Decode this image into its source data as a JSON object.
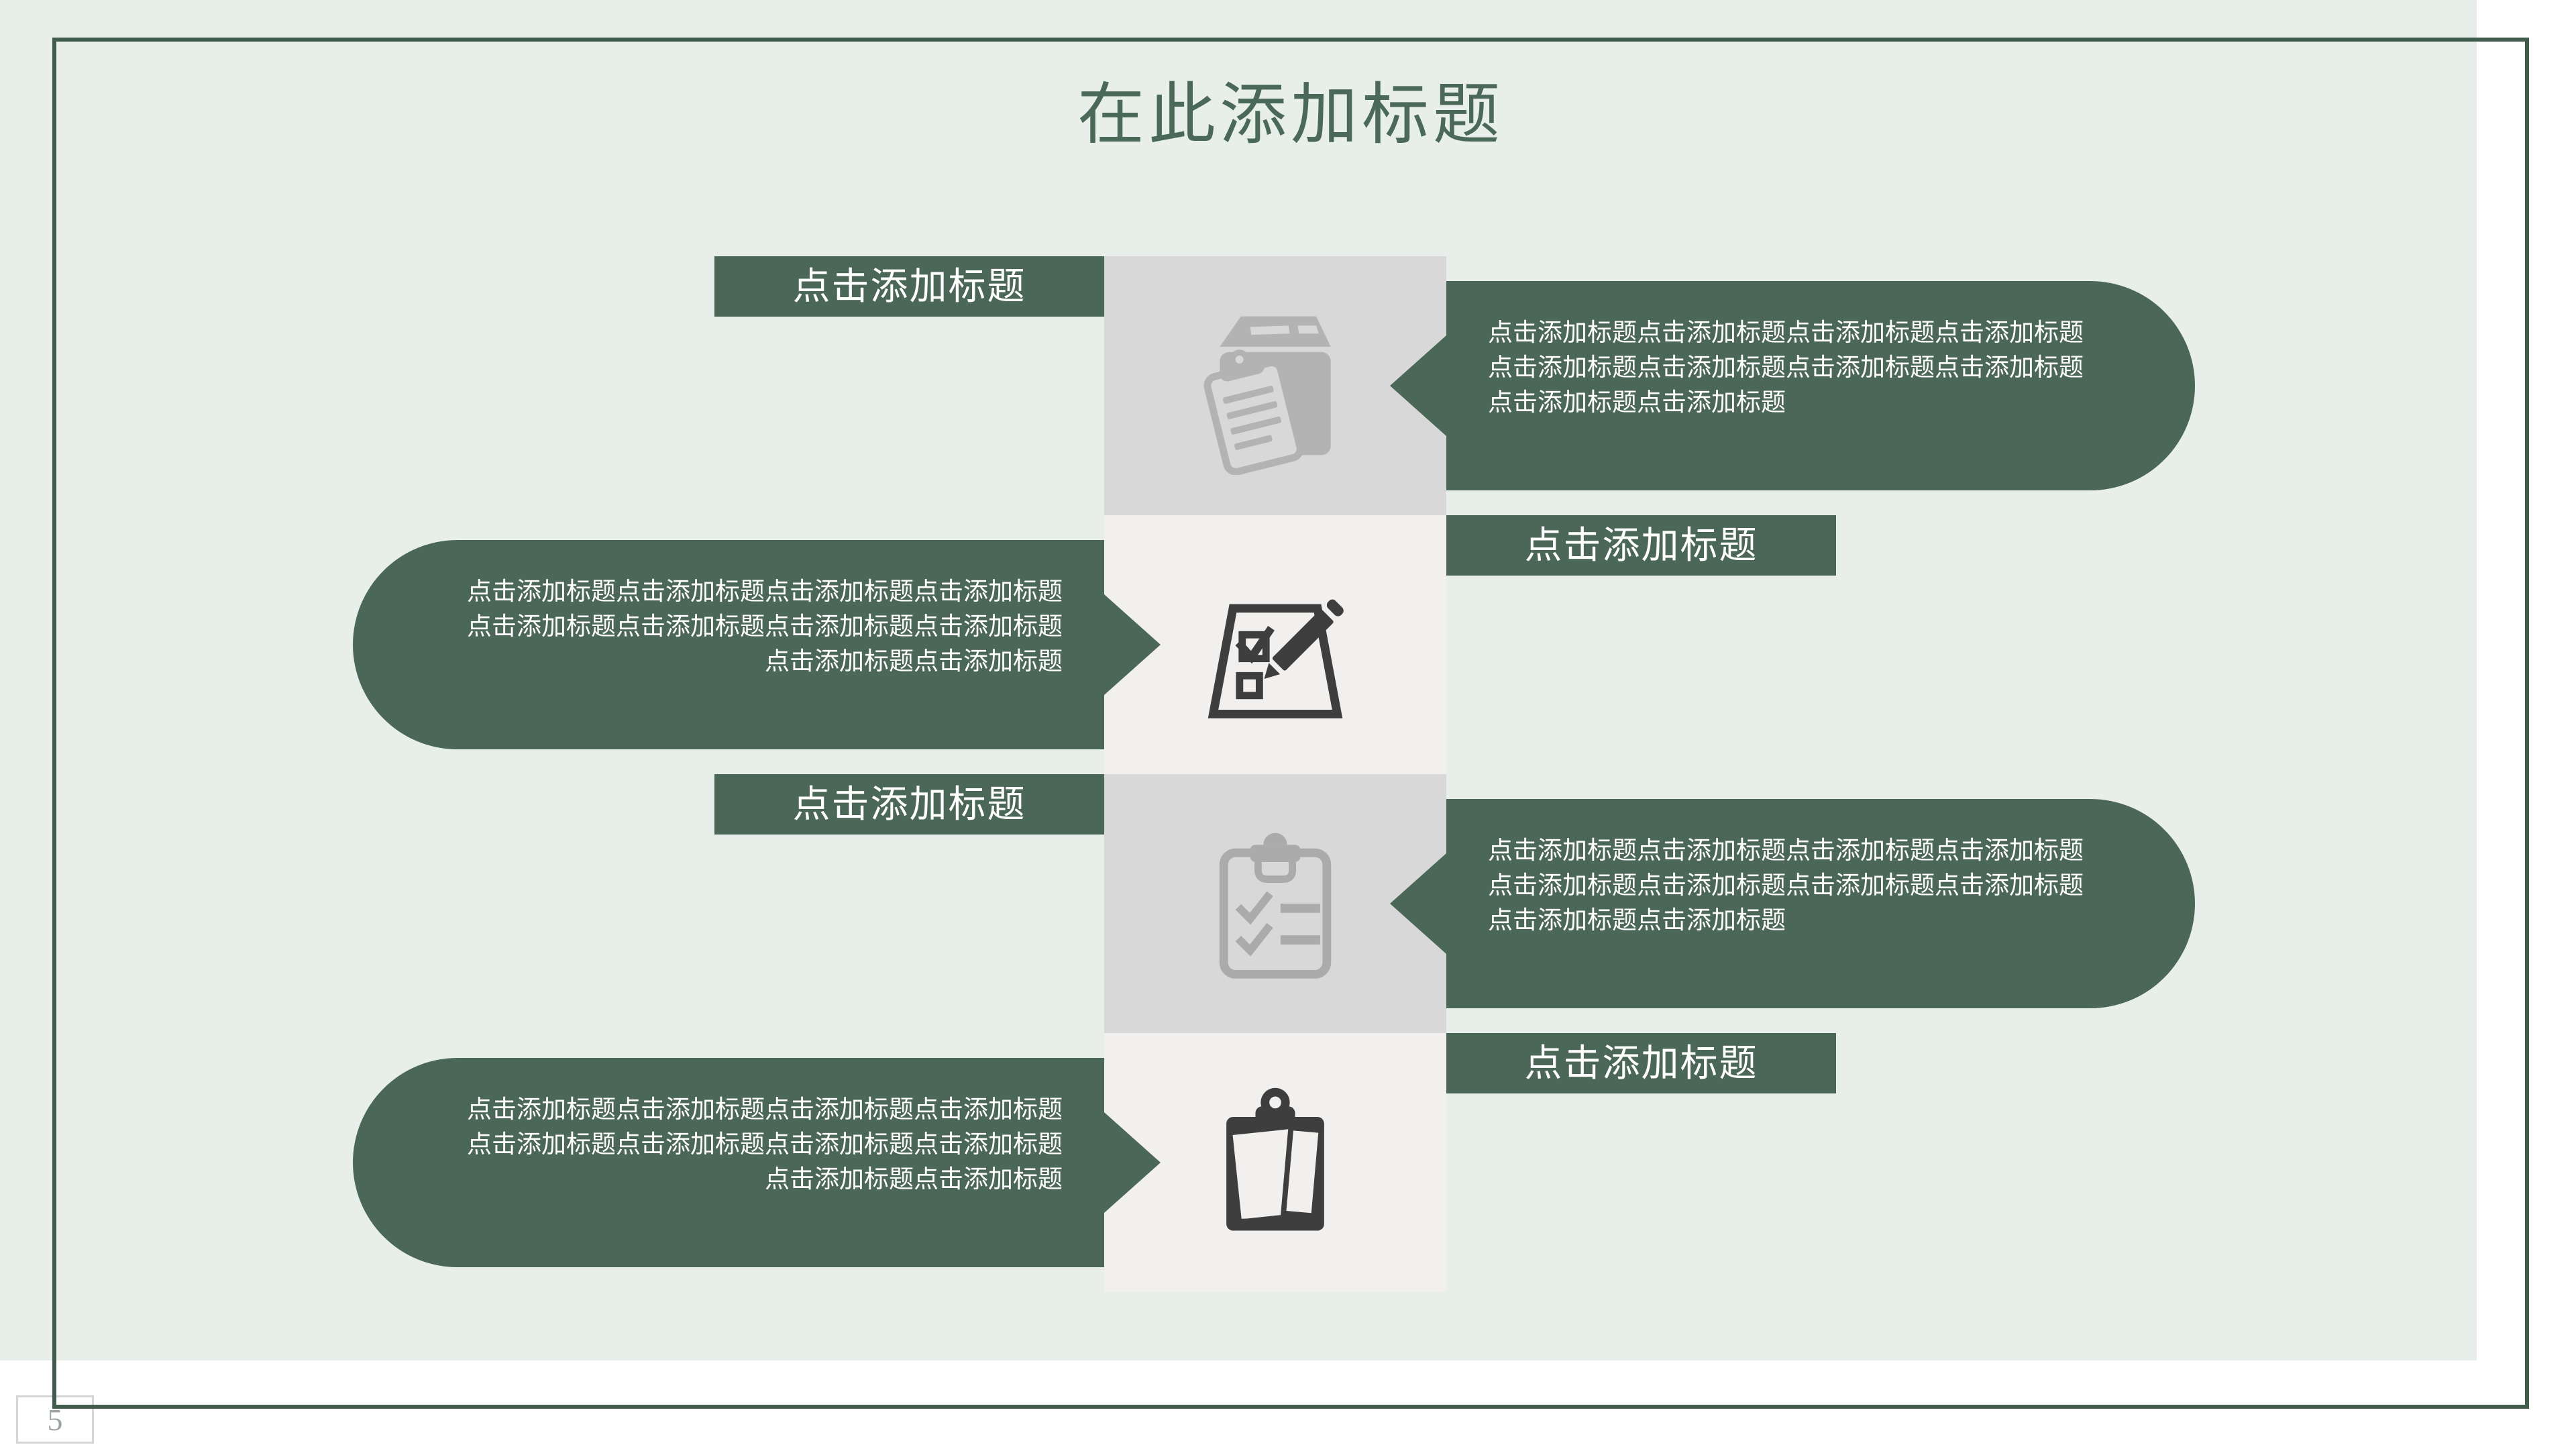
{
  "slide": {
    "title": "在此添加标题",
    "page_number": "5",
    "colors": {
      "canvas_mint": "#e8efeb",
      "frame_green": "#415c4c",
      "accent_green": "#4b6757",
      "title_green": "#4b6959",
      "tile_gray_dark": "#d8d8d8",
      "tile_gray_light": "#f1f0ee",
      "icon_gray": "#b3b3b3",
      "icon_charcoal": "#3e3e3e",
      "text_white": "#ffffff",
      "page_number_gray": "#9aa69e"
    },
    "rows": [
      {
        "label": "点击添加标题",
        "body": "点击添加标题点击添加标题点击添加标题点击添加标题点击添加标题点击添加标题点击添加标题点击添加标题点击添加标题点击添加标题",
        "icon": "package-clipboard",
        "bubble_side": "right"
      },
      {
        "label": "点击添加标题",
        "body": "点击添加标题点击添加标题点击添加标题点击添加标题点击添加标题点击添加标题点击添加标题点击添加标题点击添加标题点击添加标题",
        "icon": "checklist-pencil",
        "bubble_side": "left"
      },
      {
        "label": "点击添加标题",
        "body": "点击添加标题点击添加标题点击添加标题点击添加标题点击添加标题点击添加标题点击添加标题点击添加标题点击添加标题点击添加标题",
        "icon": "clipboard-checklist",
        "bubble_side": "right"
      },
      {
        "label": "点击添加标题",
        "body": "点击添加标题点击添加标题点击添加标题点击添加标题点击添加标题点击添加标题点击添加标题点击添加标题点击添加标题点击添加标题",
        "icon": "clipboard-papers",
        "bubble_side": "left"
      }
    ]
  }
}
